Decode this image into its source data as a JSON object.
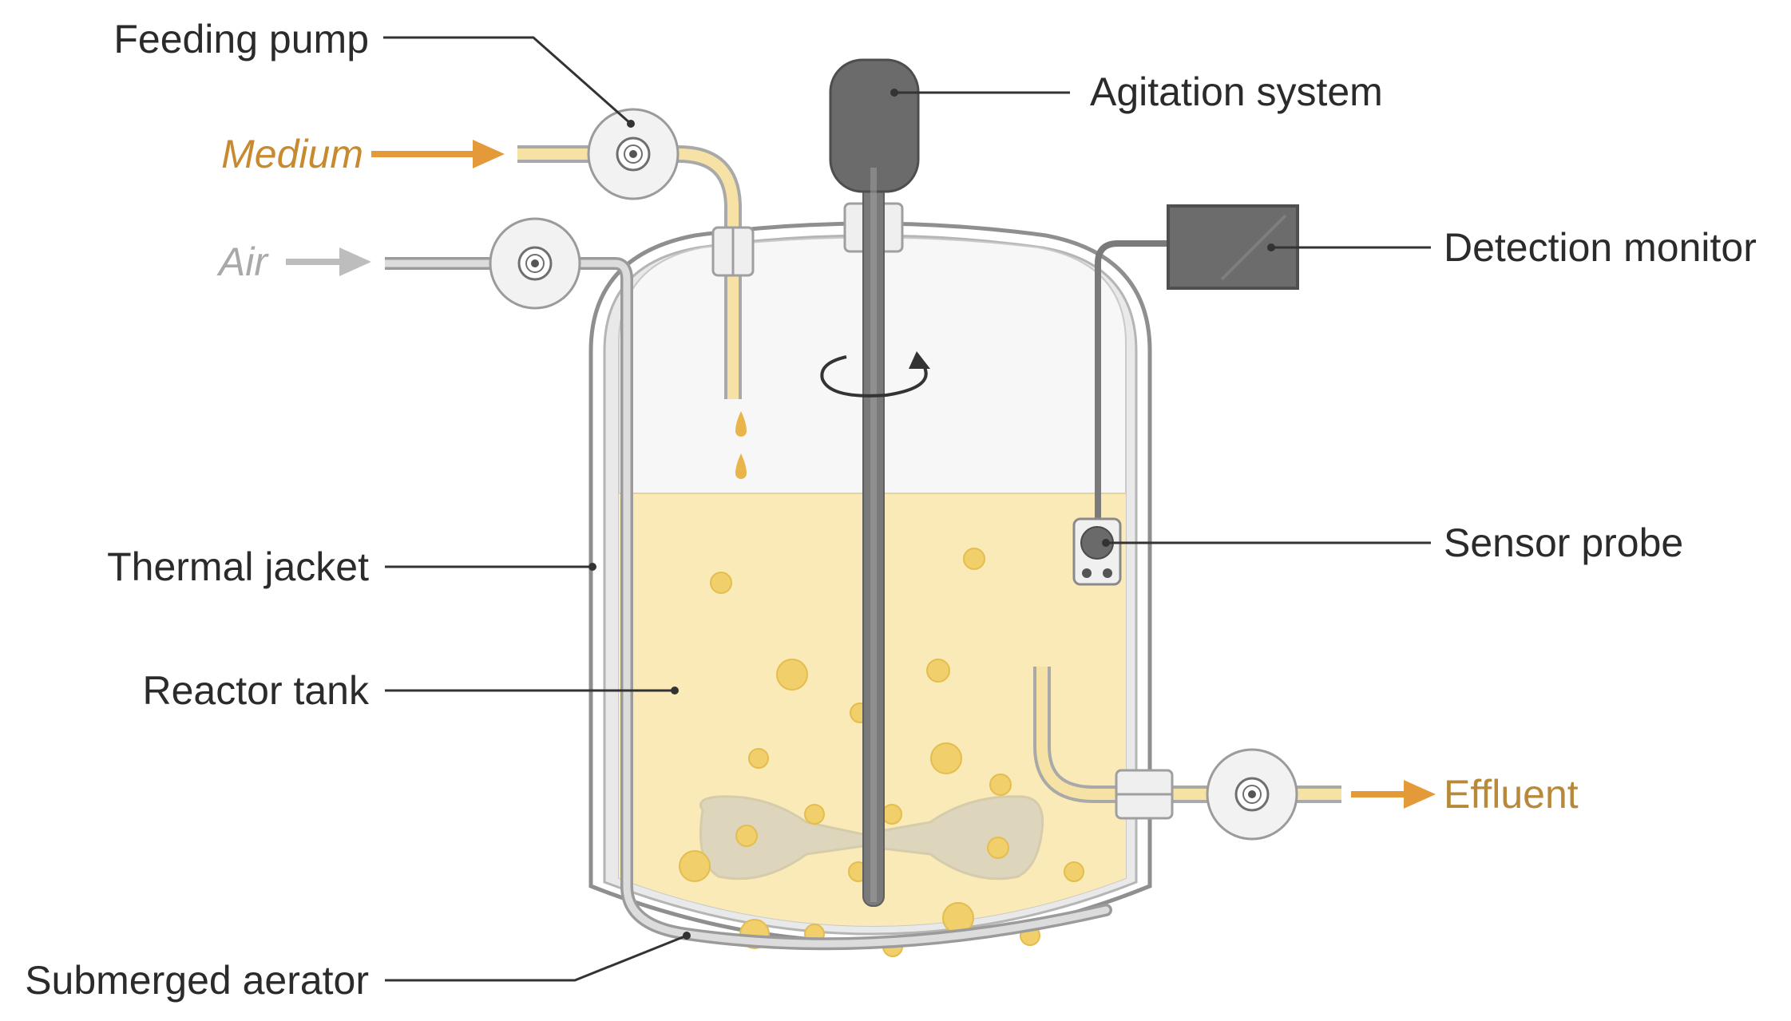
{
  "labels": {
    "feeding_pump": "Feeding pump",
    "medium": "Medium",
    "air": "Air",
    "agitation_system": "Agitation system",
    "detection_monitor": "Detection monitor",
    "thermal_jacket": "Thermal jacket",
    "reactor_tank": "Reactor tank",
    "sensor_probe": "Sensor probe",
    "effluent": "Effluent",
    "submerged_aerator": "Submerged aerator"
  },
  "colors": {
    "medium_text": "#c88a2e",
    "medium_arrow": "#e59a3a",
    "air_text": "#a9a9a9",
    "air_arrow": "#bdbdbd",
    "effluent_text": "#b8893a",
    "liquid": "#faeab8",
    "bubble": "#f1cf6a",
    "vessel_outline": "#8f8f8f",
    "shaft": "#777777",
    "monitor": "#666666",
    "leader_line": "#333333"
  },
  "icons": [
    "pump-icon",
    "rotation-arrow-icon",
    "droplet-icon",
    "bubble-icon"
  ]
}
